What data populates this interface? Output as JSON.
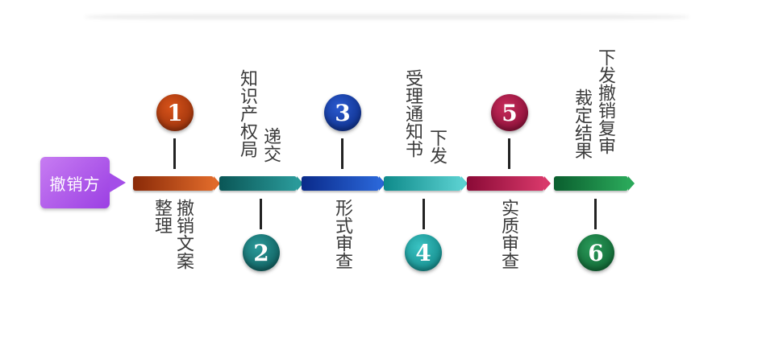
{
  "start": {
    "label": "撤销方"
  },
  "colors": {
    "step1": "#a8320a",
    "step2": "#0e6e6e",
    "step3": "#0a3aa8",
    "step4": "#1ea3a3",
    "step5": "#a80e44",
    "step6": "#0e7a3a",
    "start": "#a44ee8"
  },
  "steps": [
    {
      "number": "1",
      "label_col1": "撤销文案",
      "label_col2": "整理"
    },
    {
      "number": "2",
      "label_col1": "递交",
      "label_col2": "知识产权局"
    },
    {
      "number": "3",
      "label_col1": "形式审查"
    },
    {
      "number": "4",
      "label_col1": "下发",
      "label_col2": "受理通知书"
    },
    {
      "number": "5",
      "label_col1": "实质审查"
    },
    {
      "number": "6",
      "label_col1": "下发撤销复审",
      "label_col2": "裁定结果"
    }
  ]
}
